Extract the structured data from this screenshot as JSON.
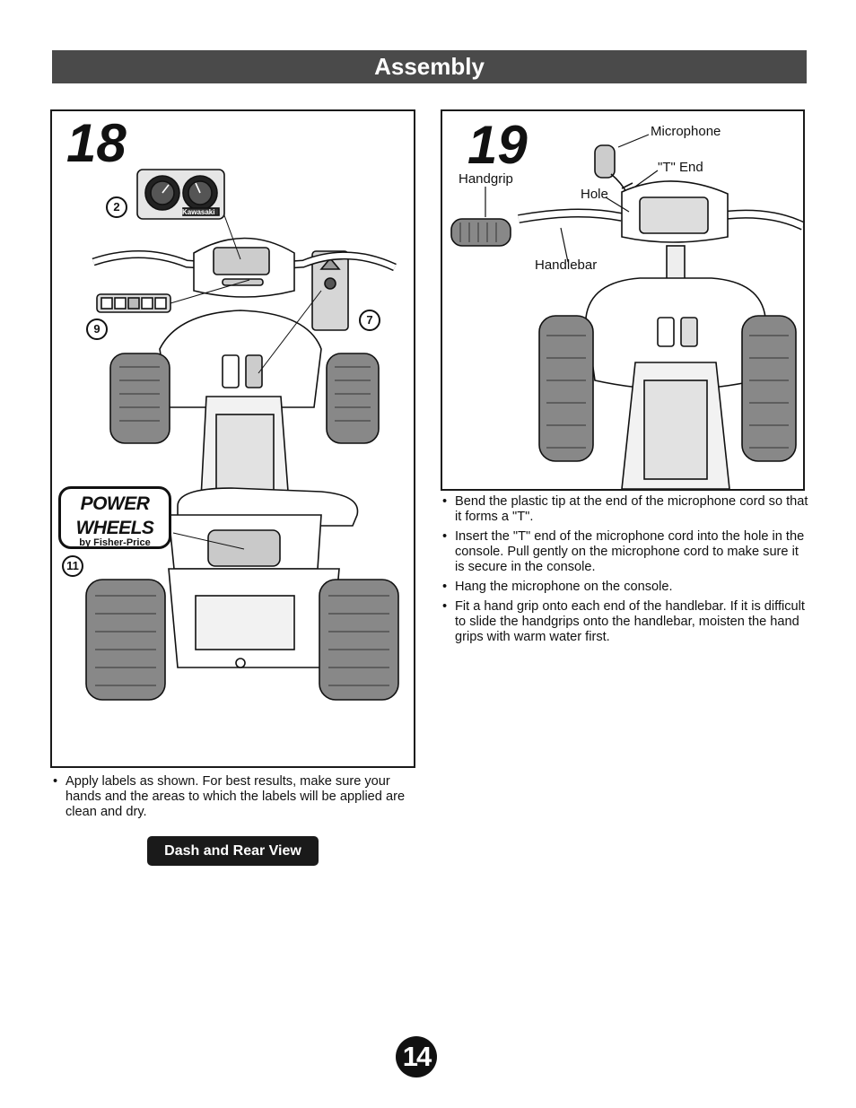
{
  "header": {
    "title": "Assembly"
  },
  "step18": {
    "number": "18",
    "labels": {
      "dash": "2",
      "lights": "9",
      "shift": "7",
      "rear": "11"
    },
    "logo": {
      "line1": "POWER",
      "line2": "WHEELS",
      "line3": "by Fisher-Price"
    },
    "dash_brand": "Kawasaki",
    "badge": "Dash and Rear View",
    "bullets": [
      "Apply labels as shown. For best results, make sure your hands and the areas to which the labels will be applied are clean and dry."
    ]
  },
  "step19": {
    "number": "19",
    "callouts": {
      "microphone": "Microphone",
      "t_end": "\"T\" End",
      "handgrip": "Handgrip",
      "hole": "Hole",
      "handlebar": "Handlebar"
    },
    "bullets": [
      "Bend the plastic tip at the end of the microphone cord so that it forms a \"T\".",
      "Insert the \"T\" end of the microphone cord into the hole in the console. Pull gently on the microphone cord to make sure it is secure in the console.",
      "Hang the microphone on the console.",
      "Fit a hand grip onto each end of the handlebar. If it is difficult to slide the handgrips onto the handlebar, moisten the hand grips with warm water first."
    ]
  },
  "page": {
    "number": "14"
  },
  "colors": {
    "header_bg": "#4a4a4a",
    "badge_bg": "#1a1a1a"
  }
}
